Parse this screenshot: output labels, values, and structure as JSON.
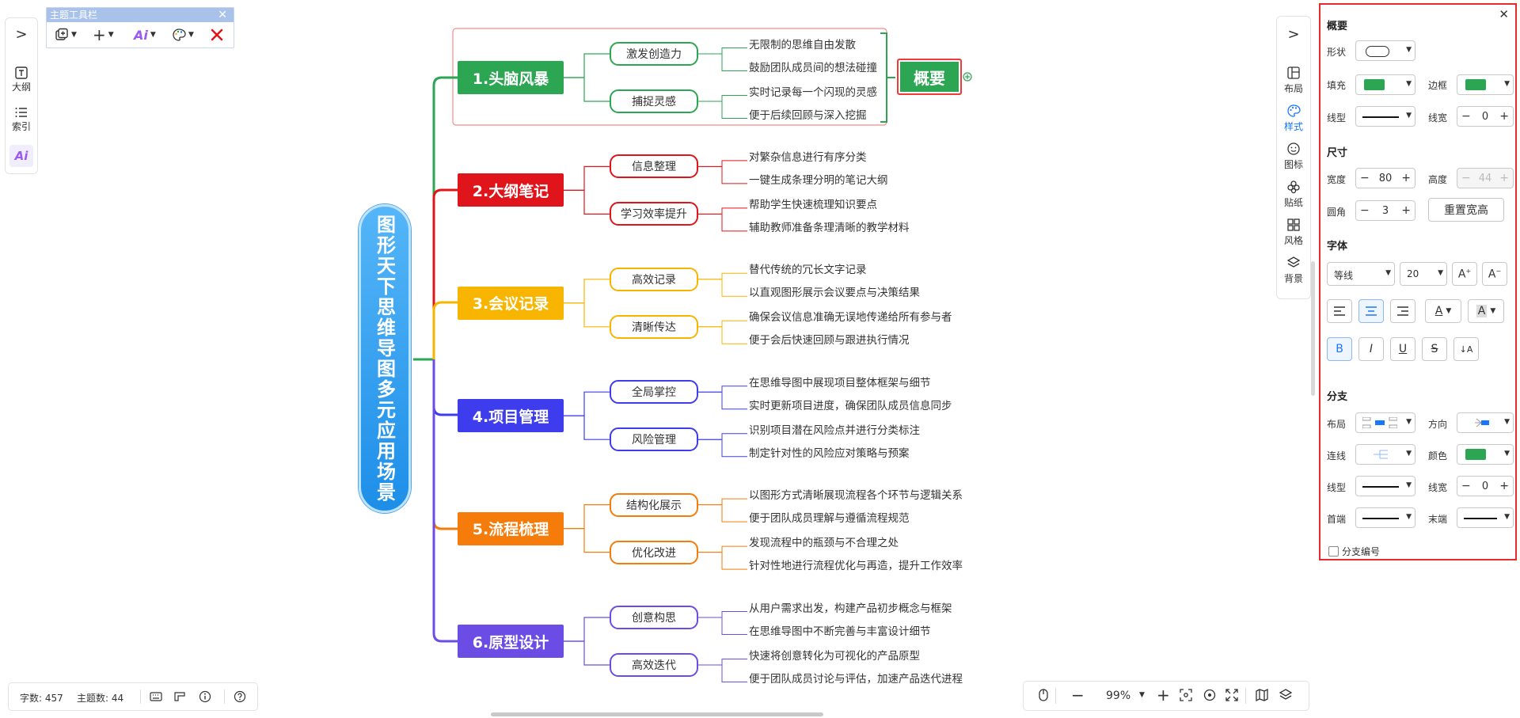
{
  "left_panel": {
    "toggle": ">",
    "items": [
      {
        "label": "大纲",
        "icon": "text-box-icon"
      },
      {
        "label": "索引",
        "icon": "list-icon"
      },
      {
        "label": "",
        "icon": "ai-icon"
      }
    ]
  },
  "toolbar": {
    "title": "主题工具栏",
    "close": "✕",
    "add_glyph": "+",
    "ai_glyph": "Ai"
  },
  "mindmap": {
    "root": "图形天下思维导图多元应用场景",
    "summary": "概要",
    "branches": [
      {
        "label": "1.头脑风暴",
        "color": "#2da653",
        "children": [
          {
            "label": "激发创造力",
            "leaves": [
              "无限制的思维自由发散",
              "鼓励团队成员间的想法碰撞"
            ]
          },
          {
            "label": "捕捉灵感",
            "leaves": [
              "实时记录每一个闪现的灵感",
              "便于后续回顾与深入挖掘"
            ]
          }
        ]
      },
      {
        "label": "2.大纲笔记",
        "color": "#e0151b",
        "children": [
          {
            "label": "信息整理",
            "leaves": [
              "对繁杂信息进行有序分类",
              "一键生成条理分明的笔记大纲"
            ]
          },
          {
            "label": "学习效率提升",
            "leaves": [
              "帮助学生快速梳理知识要点",
              "辅助教师准备条理清晰的教学材料"
            ]
          }
        ]
      },
      {
        "label": "3.会议记录",
        "color": "#f7b500",
        "children": [
          {
            "label": "高效记录",
            "leaves": [
              "替代传统的冗长文字记录",
              "以直观图形展示会议要点与决策结果"
            ]
          },
          {
            "label": "清晰传达",
            "leaves": [
              "确保会议信息准确无误地传递给所有参与者",
              "便于会后快速回顾与跟进执行情况"
            ]
          }
        ]
      },
      {
        "label": "4.项目管理",
        "color": "#3d3ded",
        "children": [
          {
            "label": "全局掌控",
            "leaves": [
              "在思维导图中展现项目整体框架与细节",
              "实时更新项目进度，确保团队成员信息同步"
            ]
          },
          {
            "label": "风险管理",
            "leaves": [
              "识别项目潜在风险点并进行分类标注",
              "制定针对性的风险应对策略与预案"
            ]
          }
        ]
      },
      {
        "label": "5.流程梳理",
        "color": "#f57c0a",
        "children": [
          {
            "label": "结构化展示",
            "leaves": [
              "以图形方式清晰展现流程各个环节与逻辑关系",
              "便于团队成员理解与遵循流程规范"
            ]
          },
          {
            "label": "优化改进",
            "leaves": [
              "发现流程中的瓶颈与不合理之处",
              "针对性地进行流程优化与再造，提升工作效率"
            ]
          }
        ]
      },
      {
        "label": "6.原型设计",
        "color": "#6b4de6",
        "children": [
          {
            "label": "创意构思",
            "leaves": [
              "从用户需求出发，构建产品初步概念与框架",
              "在思维导图中不断完善与丰富设计细节"
            ]
          },
          {
            "label": "高效迭代",
            "leaves": [
              "快速将创意转化为可视化的产品原型",
              "便于团队成员讨论与评估，加速产品迭代进程"
            ]
          }
        ]
      }
    ]
  },
  "right_strip": {
    "toggle": ">",
    "items": [
      {
        "label": "布局",
        "icon": "layout-icon"
      },
      {
        "label": "样式",
        "icon": "palette-icon"
      },
      {
        "label": "图标",
        "icon": "smiley-icon"
      },
      {
        "label": "贴纸",
        "icon": "sticker-icon"
      },
      {
        "label": "风格",
        "icon": "grid-icon"
      },
      {
        "label": "背景",
        "icon": "layers-icon"
      }
    ],
    "active_color": "#1677ff"
  },
  "style_panel": {
    "close": "✕",
    "section_overview": "概要",
    "shape_label": "形状",
    "fill_label": "填充",
    "border_label": "边框",
    "linetype_label": "线型",
    "linewidth_label": "线宽",
    "linewidth_value": "0",
    "section_size": "尺寸",
    "width_label": "宽度",
    "width_value": "80",
    "height_label": "高度",
    "height_value": "44",
    "radius_label": "圆角",
    "radius_value": "3",
    "reset_button": "重置宽高",
    "section_font": "字体",
    "font_family": "等线",
    "font_size": "20",
    "section_branch": "分支",
    "branch_layout_label": "布局",
    "branch_direction_label": "方向",
    "branch_connector_label": "连线",
    "branch_color_label": "颜色",
    "branch_linetype_label": "线型",
    "branch_linewidth_label": "线宽",
    "branch_linewidth_value": "0",
    "branch_start_label": "首端",
    "branch_end_label": "末端",
    "branch_numbering_label": "分支编号",
    "fill_color": "#2da653",
    "minus": "−",
    "plus": "+"
  },
  "status_bar": {
    "word_count": "字数: 457",
    "topic_count": "主题数: 44"
  },
  "zoom_bar": {
    "zoom": "99%"
  }
}
